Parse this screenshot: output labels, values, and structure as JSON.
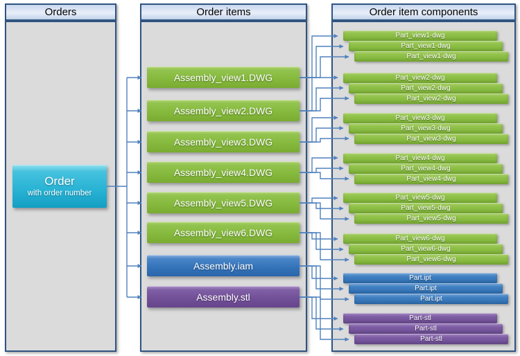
{
  "columns": [
    {
      "header": "Orders"
    },
    {
      "header": "Order items"
    },
    {
      "header": "Order item components"
    }
  ],
  "order_box": {
    "title": "Order",
    "subtitle": "with order number"
  },
  "order_items": [
    {
      "label": "Assembly_view1.DWG",
      "type": "green"
    },
    {
      "label": "Assembly_view2.DWG",
      "type": "green"
    },
    {
      "label": "Assembly_view3.DWG",
      "type": "green"
    },
    {
      "label": "Assembly_view4.DWG",
      "type": "green"
    },
    {
      "label": "Assembly_view5.DWG",
      "type": "green"
    },
    {
      "label": "Assembly_view6.DWG",
      "type": "green"
    },
    {
      "label": "Assembly.iam",
      "type": "blue"
    },
    {
      "label": "Assembly.stl",
      "type": "purple"
    }
  ],
  "component_stacks": [
    {
      "type": "green",
      "labels": [
        "Part_view1-dwg",
        "Part_view1-dwg",
        "Part_view1-dwg"
      ]
    },
    {
      "type": "green",
      "labels": [
        "Part_view2-dwg",
        "Part_view2-dwg",
        "Part_view2-dwg"
      ]
    },
    {
      "type": "green",
      "labels": [
        "Part_view3-dwg",
        "Part_view3-dwg",
        "Part_view3-dwg"
      ]
    },
    {
      "type": "green",
      "labels": [
        "Part_view4-dwg",
        "Part_view4-dwg",
        "Part_view4-dwg"
      ]
    },
    {
      "type": "green",
      "labels": [
        "Part_view5-dwg",
        "Part_view5-dwg",
        "Part_view5-dwg"
      ]
    },
    {
      "type": "green",
      "labels": [
        "Part_view6-dwg",
        "Part_view6-dwg",
        "Part_view6-dwg"
      ]
    },
    {
      "type": "blue",
      "labels": [
        "Part.ipt",
        "Part.ipt",
        "Part.ipt"
      ]
    },
    {
      "type": "purple",
      "labels": [
        "Part-stl",
        "Part-stl",
        "Part-stl"
      ]
    }
  ],
  "colors": {
    "green": "#86ba3e",
    "blue": "#3372b8",
    "purple": "#714f97",
    "teal": "#27b2d4",
    "connector": "#4f81bd",
    "panel_border": "#2f5380",
    "panel_fill": "#dbdbdb"
  }
}
